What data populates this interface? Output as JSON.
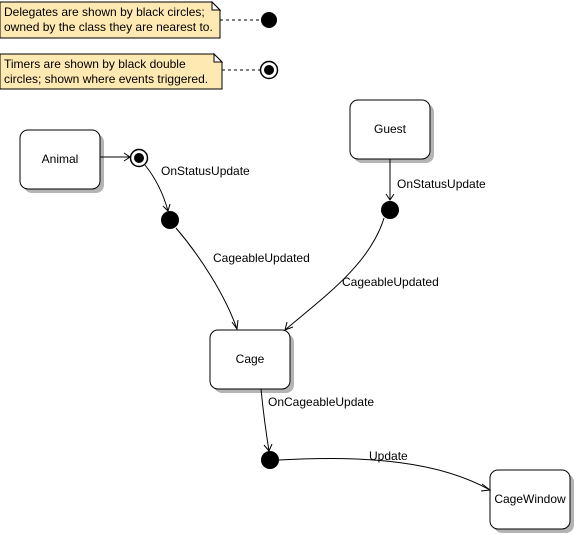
{
  "notes": [
    {
      "line1": "Delegates are shown by black circles;",
      "line2": "owned by the class they are nearest to."
    },
    {
      "line1": "Timers are shown by black double",
      "line2": "circles; shown where events triggered."
    }
  ],
  "nodes": {
    "animal": "Animal",
    "guest": "Guest",
    "cage": "Cage",
    "cage_window": "CageWindow"
  },
  "edges": {
    "animal_status": "OnStatusUpdate",
    "guest_status": "OnStatusUpdate",
    "animal_cageable": "CageableUpdated",
    "guest_cageable": "CageableUpdated",
    "cage_update": "OnCageableUpdate",
    "window_update": "Update"
  }
}
